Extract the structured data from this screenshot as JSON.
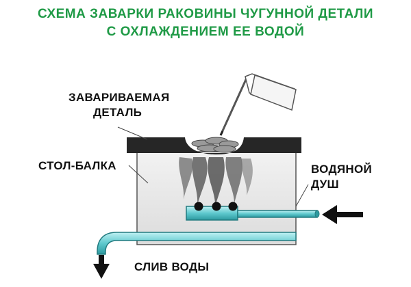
{
  "title": {
    "line1": "СХЕМА ЗАВАРКИ РАКОВИНЫ  ЧУГУННОЙ ДЕТАЛИ",
    "line2": "С ОХЛАЖДЕНИЕМ ЕЕ ВОДОЙ"
  },
  "labels": {
    "part_line1": "ЗАВАРИВАЕМАЯ",
    "part_line2": "ДЕТАЛЬ",
    "table_beam": "СТОЛ-БАЛКА",
    "shower_line1": "ВОДЯНОЙ",
    "shower_line2": "ДУШ",
    "drain": "СЛИВ ВОДЫ"
  },
  "colors": {
    "title": "#1f9a46",
    "pipe": "#4fc3c8",
    "pipe_dark": "#2a8f95",
    "part": "#2a2a2a",
    "beam": "#e6e6e6",
    "arrow": "#111111"
  }
}
